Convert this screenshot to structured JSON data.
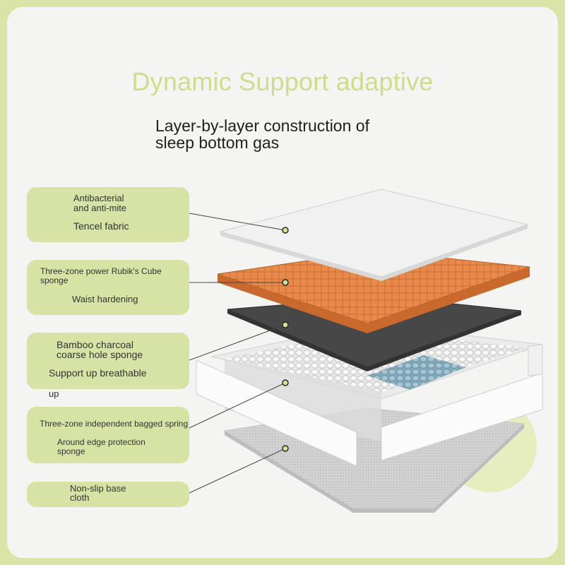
{
  "title": "Dynamic Support adaptive",
  "subtitle": {
    "line1": "Layer-by-layer construction of",
    "line2": "sleep bottom gas"
  },
  "layers": [
    {
      "id": "tencel",
      "lines": [
        "Antibacterial",
        "and anti-mite",
        "Tencel fabric"
      ]
    },
    {
      "id": "rubik",
      "lines": [
        "Three-zone power Rubik's Cube",
        "sponge",
        "Waist hardening"
      ]
    },
    {
      "id": "bamboo",
      "lines": [
        "Bamboo charcoal",
        "coarse hole sponge",
        "Support up breathable"
      ],
      "overflow": "up"
    },
    {
      "id": "spring",
      "lines": [
        "Three-zone independent bagged spring",
        "Around edge protection",
        "sponge"
      ]
    },
    {
      "id": "base",
      "lines": [
        "Non-slip base",
        "cloth"
      ]
    }
  ],
  "colors": {
    "accent": "#cfdc8c",
    "label_bg": "#d7e3a4",
    "fabric": "#f1f1f1",
    "foam": "#e88a4c",
    "charcoal": "#464646",
    "spring_zone": "#8cb3c4",
    "base_cloth": "#cfcfcf"
  }
}
